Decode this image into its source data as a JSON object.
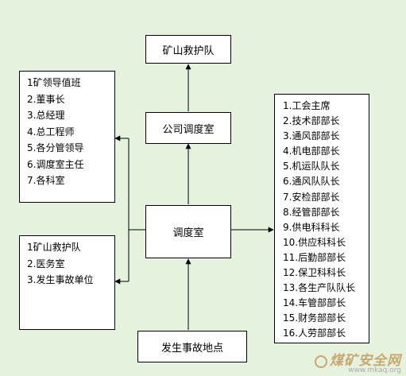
{
  "nodes": {
    "rescue_team": "矿山救护队",
    "company_dispatch": "公司调度室",
    "dispatch_room": "调度室",
    "accident_site": "发生事故地点"
  },
  "left_top_list": [
    "1矿领导值班",
    "2.董事长",
    "3.总经理",
    "4.总工程师",
    "5.各分管领导",
    "6.调度室主任",
    "7.各科室"
  ],
  "left_bottom_list": [
    "1矿山救护队",
    "2.医务室",
    "3.发生事故单位"
  ],
  "right_list": [
    "1.工会主席",
    "2.技术部部长",
    "3.通风部部长",
    "4.机电部部长",
    "5.机运队队长",
    "6.通风队队长",
    "7.安检部部长",
    "8.经管部部长",
    "9.供电科科长",
    "10.供应科科长",
    "11.后勤部部长",
    "12.保卫科科长",
    "13.各生产队队长",
    "14.车管部部长",
    "15.财务部部长",
    "16.人劳部部长"
  ],
  "watermark": {
    "logo": "煤矿安全网",
    "url": "www.mkaq.org"
  }
}
